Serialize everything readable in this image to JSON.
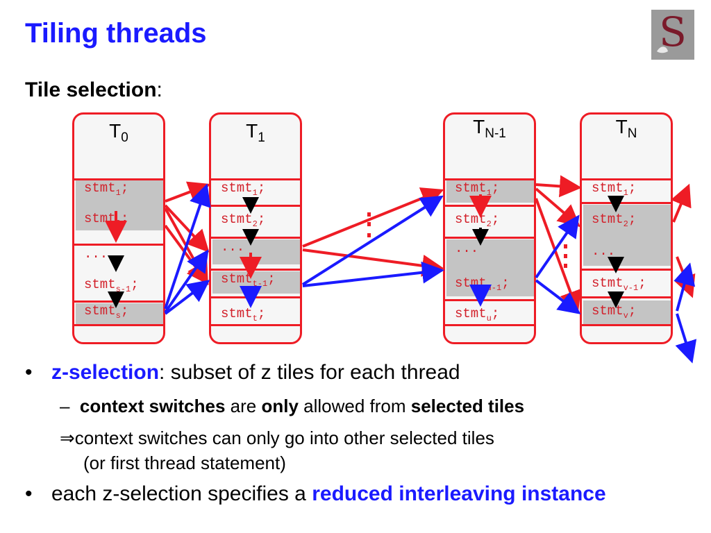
{
  "title": "Tiling threads",
  "subtitle": {
    "bold": "Tile selection",
    "rest": ":"
  },
  "threads": [
    {
      "name": "T",
      "sub": "0",
      "stmts": [
        {
          "text": "stmt",
          "sub": "1",
          "end": ";"
        },
        {
          "text": "stmt",
          "sub": "2",
          "end": ";"
        },
        {
          "text": "...",
          "sub": "",
          "end": ""
        },
        {
          "text": "stmt",
          "sub": "s-1",
          "end": ";"
        },
        {
          "text": "stmt",
          "sub": "s",
          "end": ";"
        }
      ]
    },
    {
      "name": "T",
      "sub": "1",
      "stmts": [
        {
          "text": "stmt",
          "sub": "1",
          "end": ";"
        },
        {
          "text": "stmt",
          "sub": "2",
          "end": ";"
        },
        {
          "text": "...",
          "sub": "",
          "end": ""
        },
        {
          "text": "stmt",
          "sub": "t-1",
          "end": ";"
        },
        {
          "text": "stmt",
          "sub": "t",
          "end": ";"
        }
      ]
    },
    {
      "name": "T",
      "sub": "N-1",
      "stmts": [
        {
          "text": "stmt",
          "sub": "1",
          "end": ";"
        },
        {
          "text": "stmt",
          "sub": "2",
          "end": ";"
        },
        {
          "text": "...",
          "sub": "",
          "end": ""
        },
        {
          "text": "stmt",
          "sub": "u-1",
          "end": ";"
        },
        {
          "text": "stmt",
          "sub": "u",
          "end": ";"
        }
      ]
    },
    {
      "name": "T",
      "sub": "N",
      "stmts": [
        {
          "text": "stmt",
          "sub": "1",
          "end": ";"
        },
        {
          "text": "stmt",
          "sub": "2",
          "end": ";"
        },
        {
          "text": "...",
          "sub": "",
          "end": ""
        },
        {
          "text": "stmt",
          "sub": "v-1",
          "end": ";"
        },
        {
          "text": "stmt",
          "sub": "v",
          "end": ";"
        }
      ]
    }
  ],
  "bullet1": {
    "bold": "z-selection",
    "rest": ": subset of z tiles for each thread"
  },
  "sub1": {
    "a": "context switches",
    "b": " are ",
    "c": "only",
    "d": " allowed from ",
    "e": "selected tiles"
  },
  "sub2": {
    "arrow": "⇒",
    "text": "context switches can only go into other selected tiles"
  },
  "sub3": "(or first thread statement)",
  "bullet2": {
    "rest": "each z-selection specifies a ",
    "bold": "reduced interleaving instance"
  },
  "colors": {
    "title": "#1a1aff",
    "tile_border": "#ee1c25",
    "red_arrow": "#ee1c25",
    "blue_arrow": "#1a1aff",
    "stmt_text": "#d2202a",
    "tile_shade": "#c4c4c4"
  }
}
